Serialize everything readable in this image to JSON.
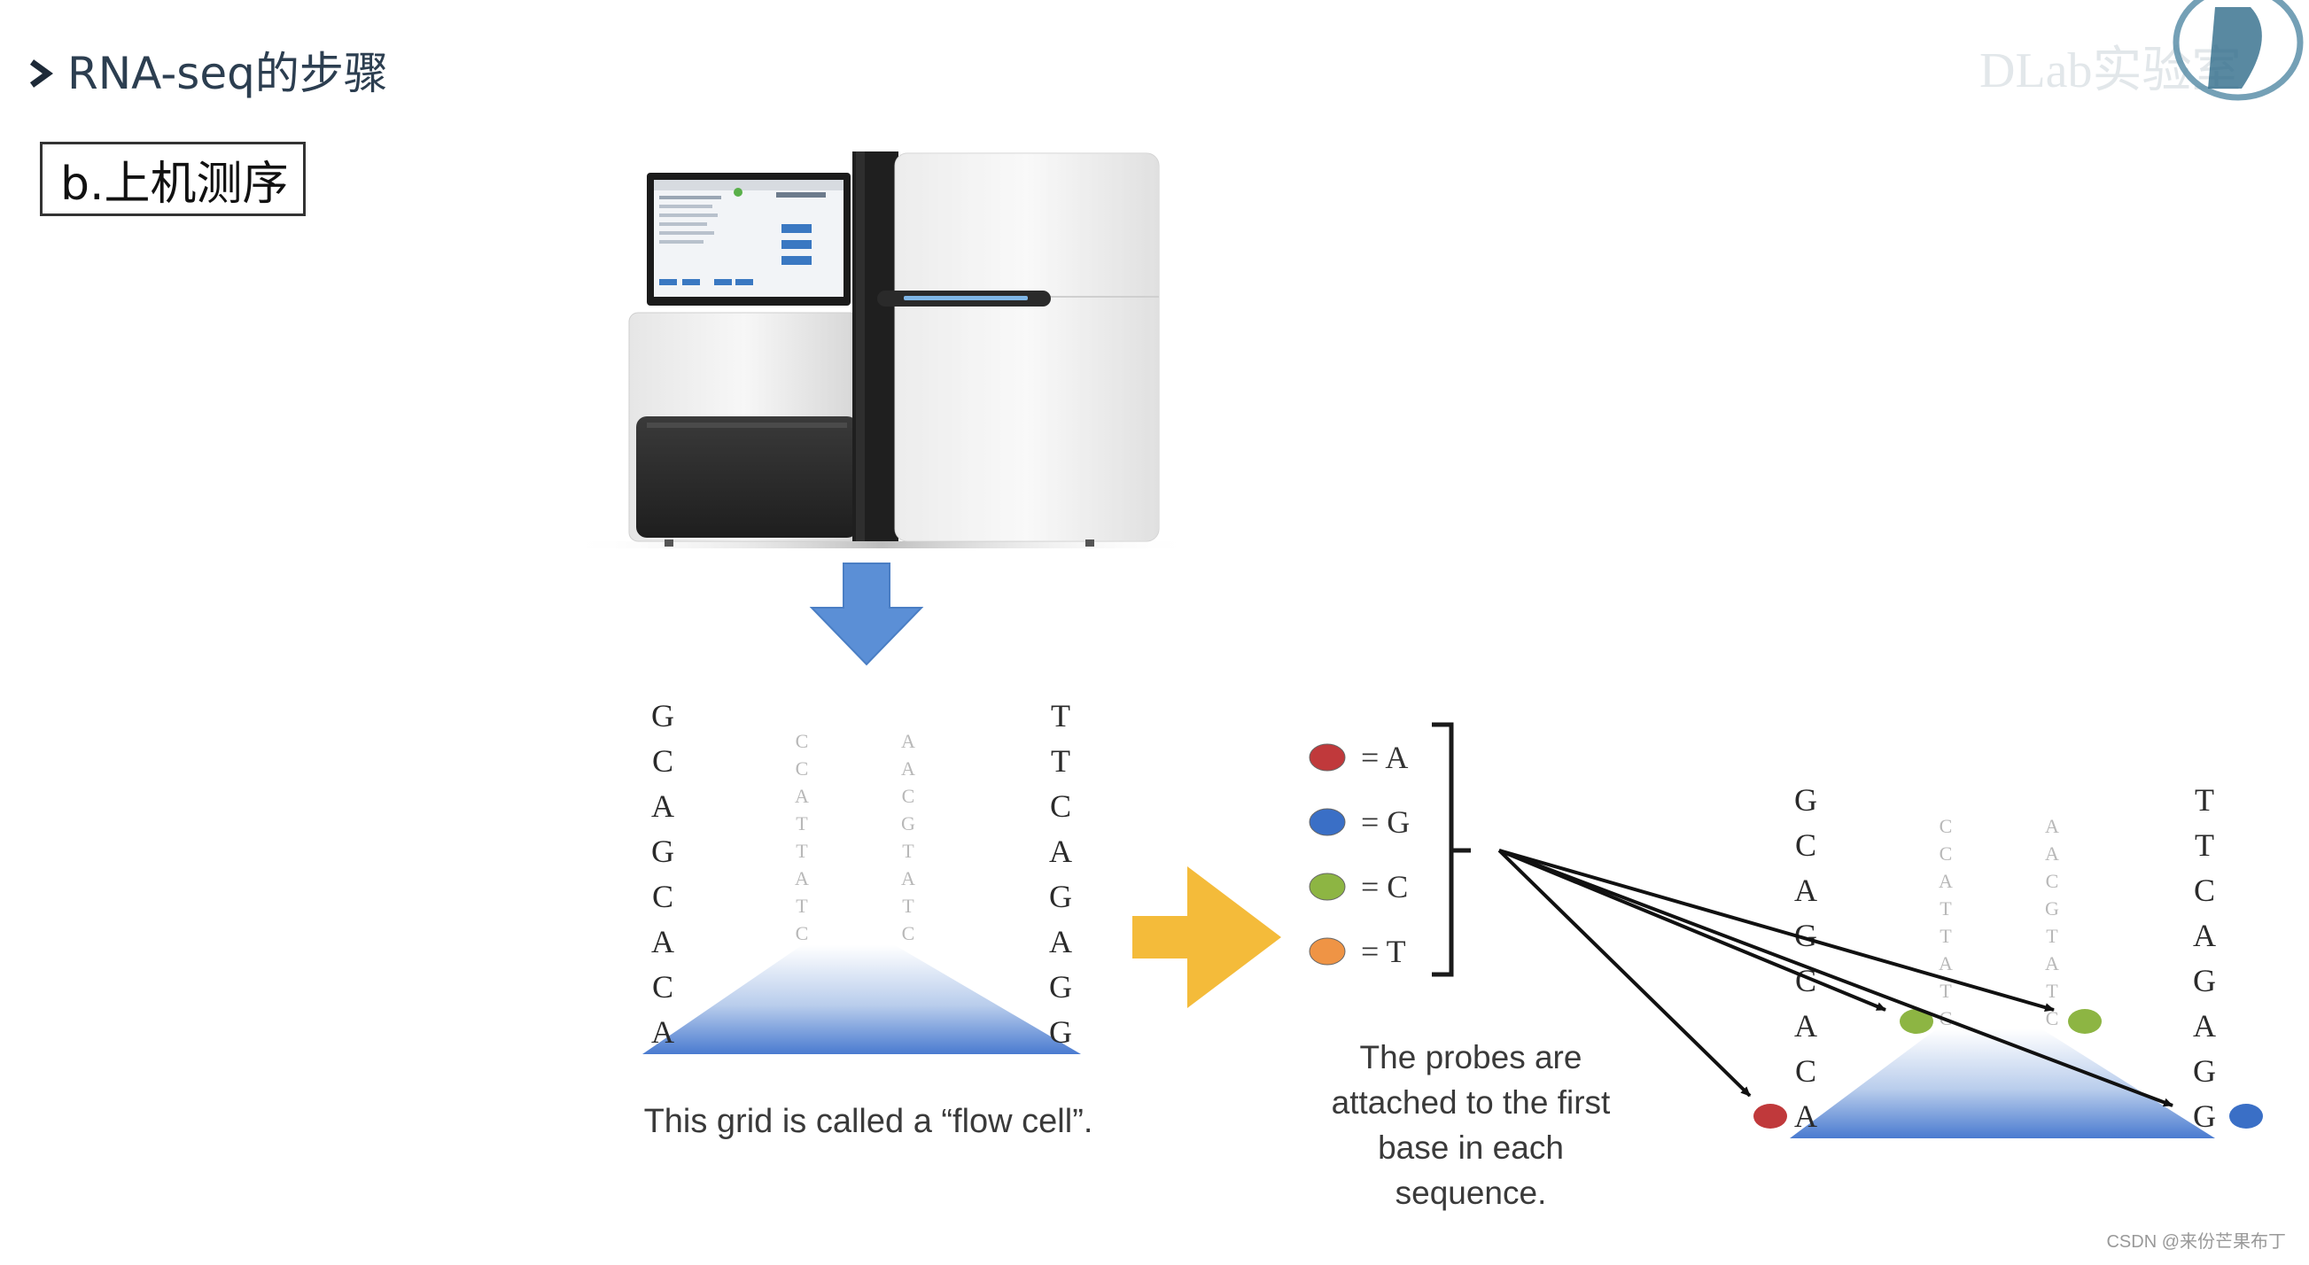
{
  "header": {
    "title": "RNA-seq的步骤"
  },
  "subtitle": "b.上机测序",
  "watermark": {
    "text": "DLab实验室"
  },
  "flowcell_left": {
    "left_column": [
      "G",
      "C",
      "A",
      "G",
      "C",
      "A",
      "C",
      "A"
    ],
    "right_column": [
      "T",
      "T",
      "C",
      "A",
      "G",
      "A",
      "G",
      "G"
    ],
    "strand1": [
      "C",
      "C",
      "A",
      "T",
      "T",
      "A",
      "T",
      "C"
    ],
    "strand2": [
      "A",
      "A",
      "C",
      "G",
      "T",
      "A",
      "T",
      "C"
    ],
    "caption": "This grid is called a “flow cell”."
  },
  "legend": {
    "items": [
      {
        "color": "#c0393b",
        "label": "= A"
      },
      {
        "color": "#3a6fc6",
        "label": "= G"
      },
      {
        "color": "#8db543",
        "label": "= C"
      },
      {
        "color": "#ef9445",
        "label": "= T"
      }
    ]
  },
  "flowcell_right": {
    "left_column": [
      "G",
      "C",
      "A",
      "G",
      "C",
      "A",
      "C",
      "A"
    ],
    "right_column": [
      "T",
      "T",
      "C",
      "A",
      "G",
      "A",
      "G",
      "G"
    ],
    "strand1": [
      "C",
      "C",
      "A",
      "T",
      "T",
      "A",
      "T",
      "C"
    ],
    "strand2": [
      "A",
      "A",
      "C",
      "G",
      "T",
      "A",
      "T",
      "C"
    ]
  },
  "probe_caption": "The probes are attached to the first base in each sequence.",
  "credit": "CSDN @来份芒果布丁",
  "colors": {
    "down_arrow": "#5b8fd6",
    "right_arrow": "#f4bb3a",
    "flowcell_blue": "#4a7bd0"
  }
}
